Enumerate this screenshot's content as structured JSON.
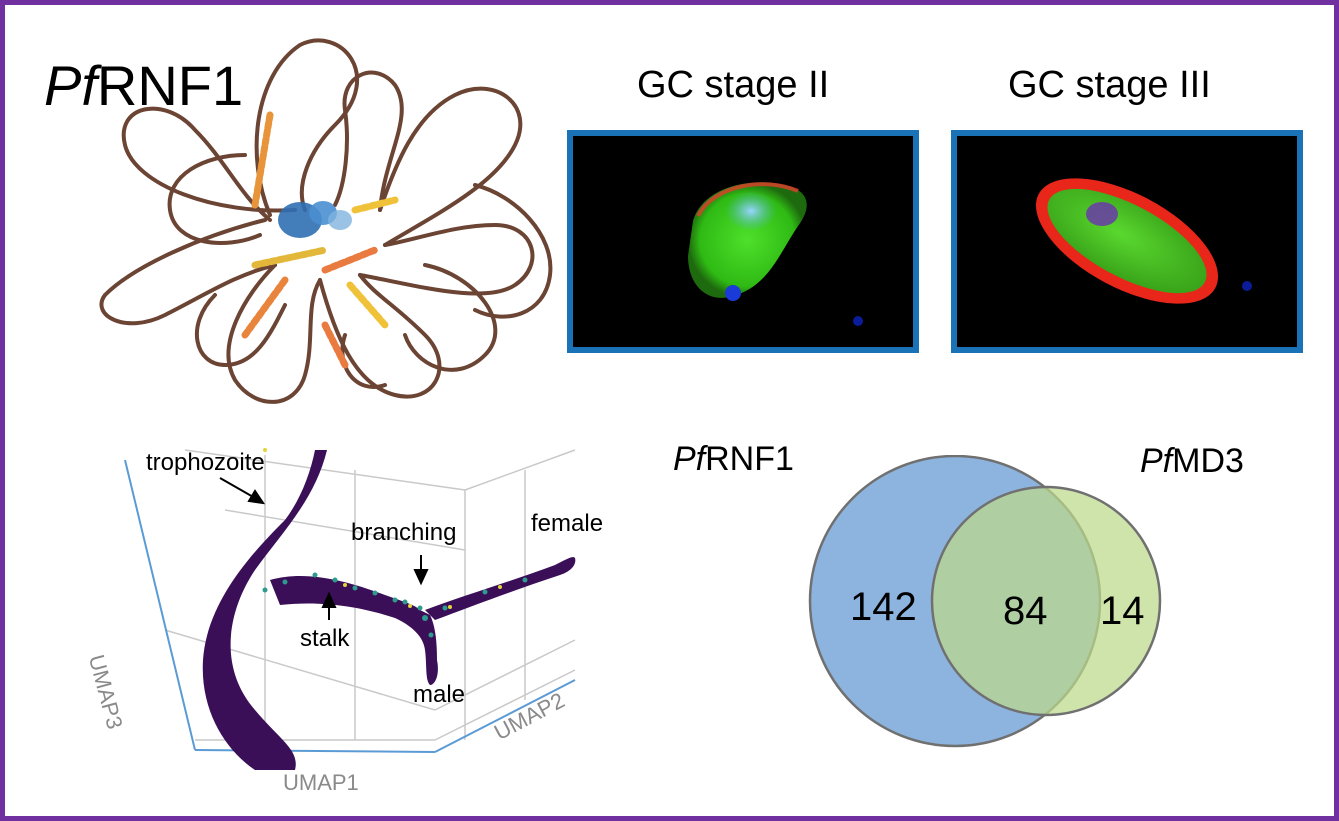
{
  "protein": {
    "name_italic": "Pf",
    "name_rest": "RNF1"
  },
  "microscopy": {
    "stage2": {
      "label": "GC stage II"
    },
    "stage3": {
      "label": "GC stage III"
    }
  },
  "umap": {
    "annotations": {
      "trophozoite": "trophozoite",
      "branching": "branching",
      "female": "female",
      "stalk": "stalk",
      "male": "male"
    },
    "axes": {
      "x": "UMAP1",
      "y": "UMAP2",
      "z": "UMAP3"
    }
  },
  "venn": {
    "set_a": {
      "italic": "Pf",
      "rest": "RNF1",
      "only_count": "142",
      "color": "#6d9fd6"
    },
    "set_b": {
      "italic": "Pf",
      "rest": "MD3",
      "only_count": "14",
      "color": "#bcd98a"
    },
    "overlap_count": "84"
  },
  "colors": {
    "frame": "#7030a0",
    "micro_border": "#1a72b7",
    "umap_main": "#3b0f58",
    "umap_accent": "#2d9c8f"
  }
}
